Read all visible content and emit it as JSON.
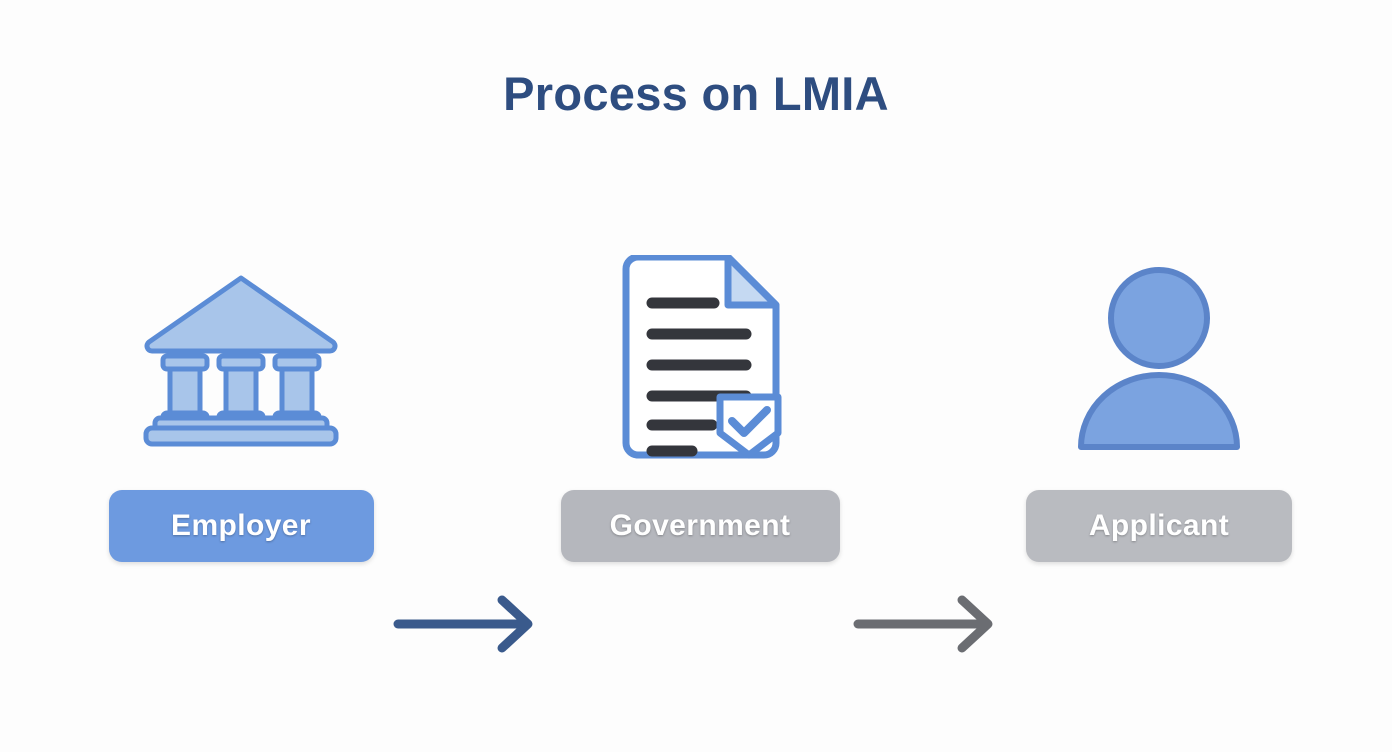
{
  "page": {
    "title": "Process on LMIA",
    "background_color": "#fdfdfd",
    "title_color": "#2e4d80"
  },
  "diagram": {
    "type": "horizontal-flow",
    "nodes": [
      {
        "id": "employer",
        "label": "Employer",
        "icon": "bank-building-icon",
        "label_background": "#6d9ae0",
        "label_text_color": "#ffffff",
        "icon_fill": "#a8c5ea",
        "icon_stroke": "#5b8cd6"
      },
      {
        "id": "government",
        "label": "Government",
        "icon": "document-with-shield-check-icon",
        "label_background": "#b5b7bd",
        "label_text_color": "#ffffff",
        "icon_fill": "#ffffff",
        "icon_stroke": "#5b8cd6"
      },
      {
        "id": "applicant",
        "label": "Applicant",
        "icon": "person-icon",
        "label_background": "#b9bbc0",
        "label_text_color": "#ffffff",
        "icon_fill": "#7ba3e0",
        "icon_stroke": "#5b84c9"
      }
    ],
    "connectors": [
      {
        "id": "employer-to-government",
        "icon": "arrow-right-icon",
        "color": "#3a5a8c",
        "from": "employer",
        "to": "government"
      },
      {
        "id": "government-to-applicant",
        "icon": "arrow-right-icon",
        "color": "#6b6d72",
        "from": "government",
        "to": "applicant"
      }
    ]
  }
}
